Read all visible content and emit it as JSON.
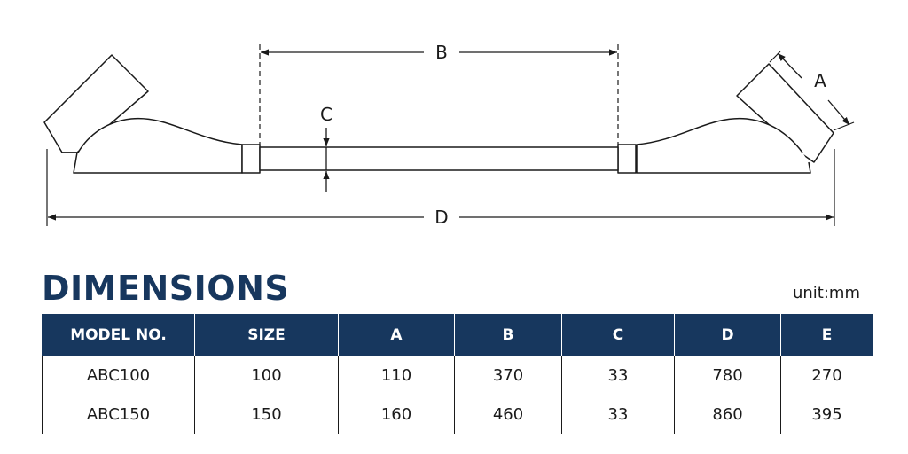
{
  "drawing": {
    "labels": {
      "a": "A",
      "b": "B",
      "c": "C",
      "d": "D"
    }
  },
  "section": {
    "title": "DIMENSIONS",
    "unit": "unit:mm"
  },
  "table": {
    "headers": [
      "MODEL NO.",
      "SIZE",
      "A",
      "B",
      "C",
      "D",
      "E"
    ],
    "rows": [
      [
        "ABC100",
        "100",
        "110",
        "370",
        "33",
        "780",
        "270"
      ],
      [
        "ABC150",
        "150",
        "160",
        "460",
        "33",
        "860",
        "395"
      ]
    ]
  },
  "colors": {
    "accent": "#17375e",
    "line": "#1a1a1a"
  }
}
